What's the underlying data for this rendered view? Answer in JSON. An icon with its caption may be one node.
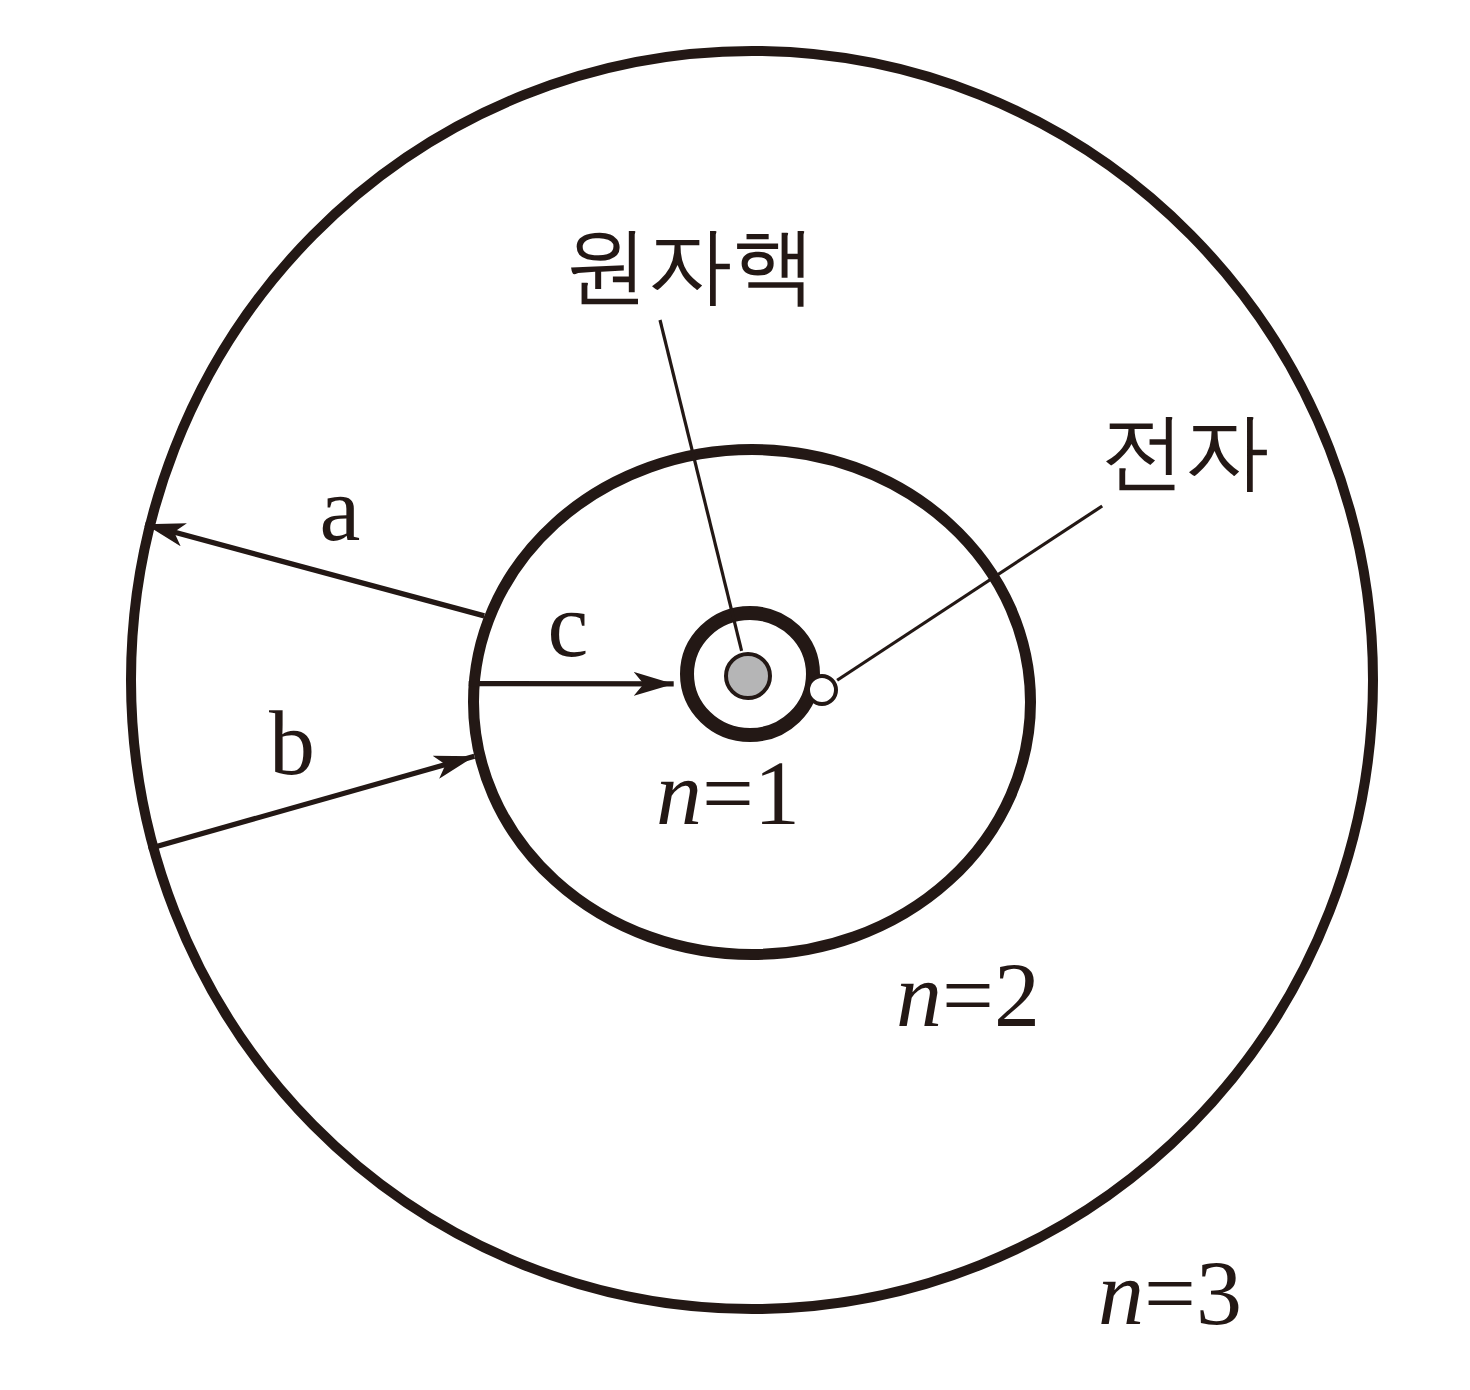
{
  "diagram": {
    "nodes": [
      {
        "text": [],
        "shape": "circle",
        "beside": [
          "*n*=3"
        ]
      },
      {
        "text": [],
        "shape": "circle",
        "in": 0,
        "beside": [
          "*n*=2"
        ]
      },
      {
        "text": [],
        "shape": "circle",
        "in": 1,
        "beside": [
          "*n*=1"
        ]
      },
      {
        "text": [],
        "shape": "circle",
        "in": 2
      },
      {
        "text": [],
        "shape": "circle",
        "in": 1
      },
      {
        "text": [
          "원자핵"
        ],
        "in": 0
      },
      {
        "text": [
          "전자"
        ],
        "in": 0
      }
    ],
    "edges": [
      {
        "from": 1,
        "to": 0,
        "arrow": "to",
        "label": "a"
      },
      {
        "from": 0,
        "to": 1,
        "arrow": "to",
        "label": "b"
      },
      {
        "from": 1,
        "to": 2,
        "arrow": "to",
        "label": "c"
      },
      {
        "from": 5,
        "to": 3,
        "arrow": "none"
      },
      {
        "from": 6,
        "to": 4,
        "arrow": "none"
      }
    ]
  }
}
